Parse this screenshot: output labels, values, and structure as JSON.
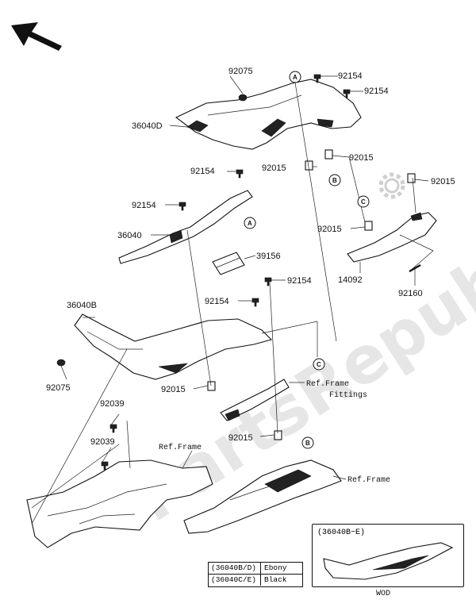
{
  "watermark": "PartsRepublik",
  "callouts": {
    "p92075_top": "92075",
    "p36040D": "36040D",
    "p92154_a": "92154",
    "p92154_b": "92154",
    "p92154_c": "92154",
    "p92154_d": "92154",
    "p92015_a": "92015",
    "p92015_b": "92015",
    "p92015_c": "92015",
    "p92015_d": "92015",
    "p92015_e": "92015",
    "p92015_f": "92015",
    "p36040": "36040",
    "p39156": "39156",
    "p92154_e": "92154",
    "p92154_f": "92154",
    "p14092": "14092",
    "p92160": "92160",
    "p36040B": "36040B",
    "p92075_low": "92075",
    "p92039_a": "92039",
    "p92039_b": "92039"
  },
  "refs": {
    "frame_fittings_1": "Ref.Frame",
    "frame_fittings_2": "Fittings",
    "ref_frame_left": "Ref.Frame",
    "ref_frame_right": "Ref.Frame"
  },
  "markers": {
    "A": "A",
    "B": "B",
    "C": "C"
  },
  "legend": {
    "row1_code": "(36040B/D)",
    "row1_color": "Ebony",
    "row2_code": "(36040C/E)",
    "row2_color": "Black"
  },
  "inset": {
    "title": "(36040B~E)",
    "label": "WOD"
  }
}
